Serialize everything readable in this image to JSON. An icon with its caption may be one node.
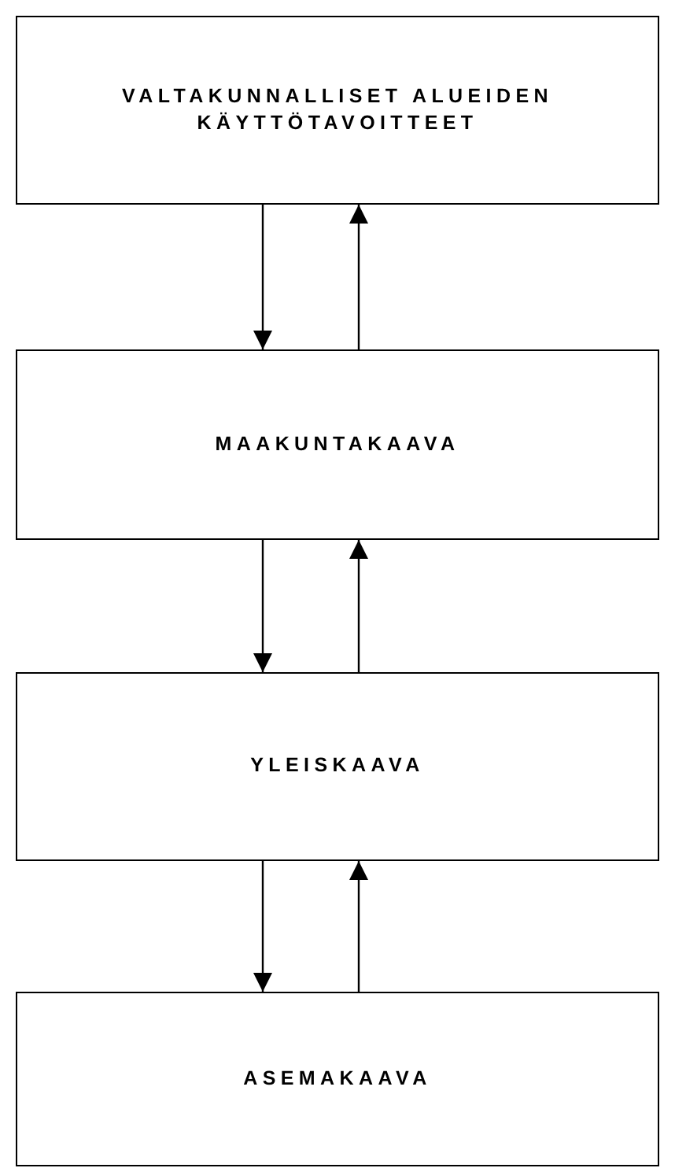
{
  "diagram": {
    "nodes": [
      {
        "text": [
          "VALTAKUNNALLISET ALUEIDEN KÄYTTÖTAVOITTEET"
        ]
      },
      {
        "text": [
          "MAAKUNTAKAAVA"
        ]
      },
      {
        "text": [
          "YLEISKAAVA"
        ]
      },
      {
        "text": [
          "ASEMAKAAVA"
        ]
      }
    ],
    "edges": [
      {
        "from": 0,
        "to": 1,
        "arrow": "to"
      },
      {
        "from": 1,
        "to": 0,
        "arrow": "to"
      },
      {
        "from": 1,
        "to": 2,
        "arrow": "to"
      },
      {
        "from": 2,
        "to": 1,
        "arrow": "to"
      },
      {
        "from": 2,
        "to": 3,
        "arrow": "to"
      },
      {
        "from": 3,
        "to": 2,
        "arrow": "to"
      }
    ]
  }
}
